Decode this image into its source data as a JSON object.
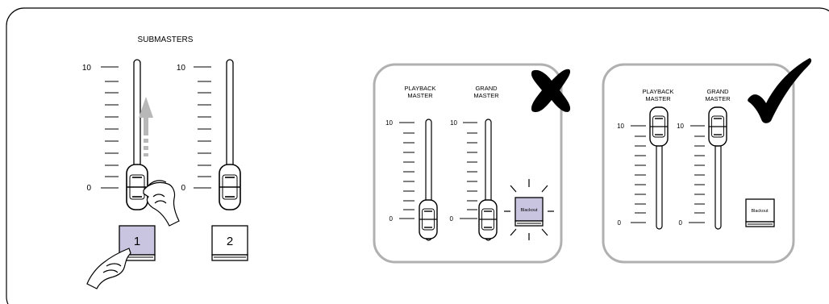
{
  "left_panel": {
    "title": "SUBMASTERS",
    "scale_max": "10",
    "scale_min": "0",
    "buttons": [
      "1",
      "2"
    ],
    "button_1_active_color": "#c9c5e0"
  },
  "wrong_panel": {
    "labels": {
      "playback": [
        "PLAYBACK",
        "MASTER"
      ],
      "grand": [
        "GRAND",
        "MASTER"
      ]
    },
    "scale_max": "10",
    "scale_min": "0",
    "blackout_label": "Blackout",
    "blackout_active_color": "#c9c5e0",
    "marker_icon": "cross-icon"
  },
  "right_panel": {
    "labels": {
      "playback": [
        "PLAYBACK",
        "MASTER"
      ],
      "grand": [
        "GRAND",
        "MASTER"
      ]
    },
    "scale_max": "10",
    "scale_min": "0",
    "blackout_label": "Blackout",
    "marker_icon": "checkmark-icon"
  },
  "colors": {
    "panel_border": "#b0b0b0",
    "active_fill": "#c9c5e0",
    "arrow": "#b8b8b8"
  }
}
